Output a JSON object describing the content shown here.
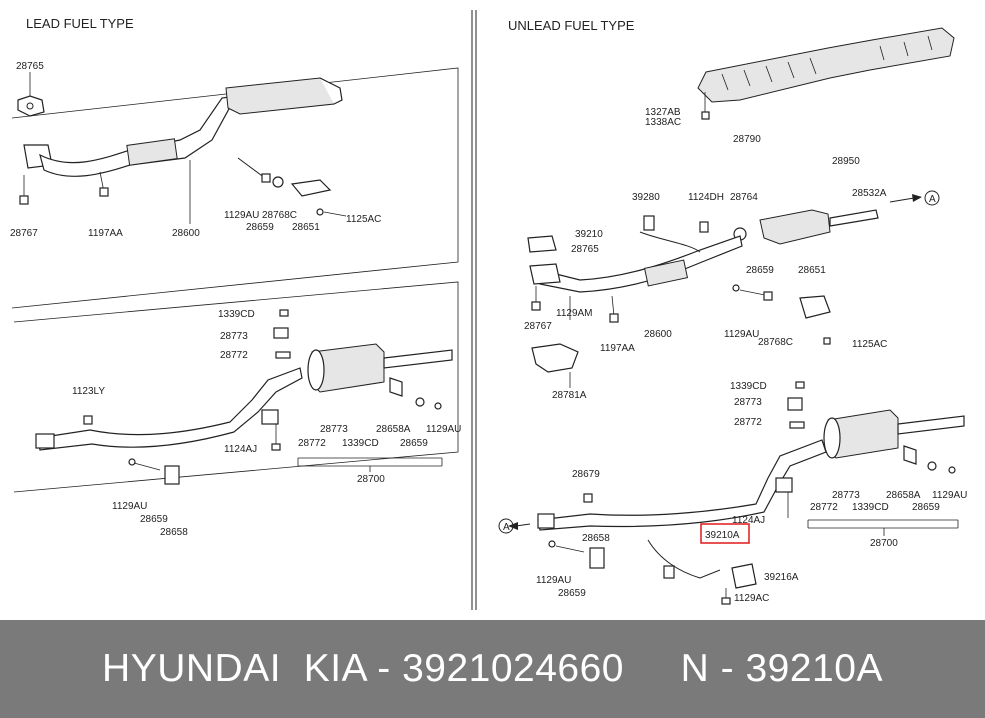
{
  "headers": {
    "left": "LEAD FUEL TYPE",
    "right": "UNLEAD FUEL TYPE"
  },
  "labels": {
    "l_28765": "28765",
    "l_28767": "28767",
    "l_1197AA": "1197AA",
    "l_28600": "28600",
    "l_1129AU_a": "1129AU",
    "l_28768C": "28768C",
    "l_28659_a": "28659",
    "l_28651": "28651",
    "l_1125AC": "1125AC",
    "l_1339CD": "1339CD",
    "l_28773": "28773",
    "l_28772": "28772",
    "l_1123LY": "1123LY",
    "l_1124AJ": "1124AJ",
    "l_1129AU_b": "1129AU",
    "l_28659_b": "28659",
    "l_28658": "28658",
    "l_box_28773": "28773",
    "l_box_28772": "28772",
    "l_box_1339CD": "1339CD",
    "l_box_28658A": "28658A",
    "l_box_28659": "28659",
    "l_box_1129AU": "1129AU",
    "l_28700": "28700",
    "r_1327AB": "1327AB",
    "r_1338AC": "1338AC",
    "r_28790": "28790",
    "r_28950": "28950",
    "r_28532A": "28532A",
    "r_A1": "A",
    "r_39280": "39280",
    "r_1124DH": "1124DH",
    "r_28764": "28764",
    "r_39210": "39210",
    "r_28765": "28765",
    "r_28659_a": "28659",
    "r_28651": "28651",
    "r_28767": "28767",
    "r_1129AM": "1129AM",
    "r_28600": "28600",
    "r_1197AA": "1197AA",
    "r_1129AU_a": "1129AU",
    "r_28768C": "28768C",
    "r_1125AC": "1125AC",
    "r_28781A": "28781A",
    "r_1339CD": "1339CD",
    "r_28773": "28773",
    "r_28772": "28772",
    "r_28679": "28679",
    "r_1124AJ": "1124AJ",
    "r_A2": "A",
    "r_box_28773": "28773",
    "r_box_28772": "28772",
    "r_box_1339CD": "1339CD",
    "r_box_28658A": "28658A",
    "r_box_28659": "28659",
    "r_box_1129AU": "1129AU",
    "r_28700": "28700",
    "r_28658": "28658",
    "r_39210A": "39210A",
    "r_39216A": "39216A",
    "r_1129AU_b": "1129AU",
    "r_28659_b": "28659",
    "r_1129AC": "1129AC"
  },
  "highlight": {
    "part_number": "39210A",
    "color": "#e01818"
  },
  "footer": {
    "text": "HYUNDAI  KIA - 3921024660     N - 39210A",
    "background": "#7a7a7a",
    "color": "#ffffff"
  }
}
